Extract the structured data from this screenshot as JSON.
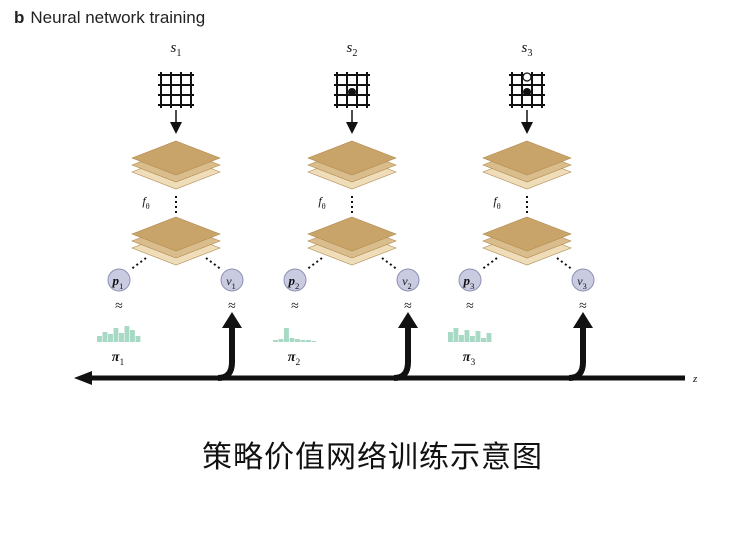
{
  "header": {
    "panel_letter": "b",
    "title": "Neural network training"
  },
  "columns": [
    {
      "state": "s",
      "state_sub": "1",
      "net": "f",
      "net_sub": "θ",
      "policy": "p",
      "policy_sub": "1",
      "value": "v",
      "value_sub": "1",
      "pi": "π",
      "pi_sub": "1",
      "approx": "≈",
      "stones": []
    },
    {
      "state": "s",
      "state_sub": "2",
      "net": "f",
      "net_sub": "θ",
      "policy": "p",
      "policy_sub": "2",
      "value": "v",
      "value_sub": "2",
      "pi": "π",
      "pi_sub": "2",
      "approx": "≈",
      "stones": [
        "black"
      ]
    },
    {
      "state": "s",
      "state_sub": "3",
      "net": "f",
      "net_sub": "θ",
      "policy": "p",
      "policy_sub": "3",
      "value": "v",
      "value_sub": "3",
      "pi": "π",
      "pi_sub": "3",
      "approx": "≈",
      "stones": [
        "black",
        "white"
      ]
    }
  ],
  "timeline_end_label": "z",
  "caption": "策略价值网络训练示意图",
  "colors": {
    "layer_top": "#c9a46a",
    "layer_mid": "#d9bd8c",
    "layer_bot": "#efdcb9",
    "circle_fill": "#c9cbe0",
    "circle_stroke": "#8e91b4",
    "histogram": "#a8d9c4",
    "arrow": "#111111"
  },
  "icons": [
    "go-board-icon",
    "network-layer-icon",
    "policy-histogram-icon",
    "arrow-icon"
  ]
}
